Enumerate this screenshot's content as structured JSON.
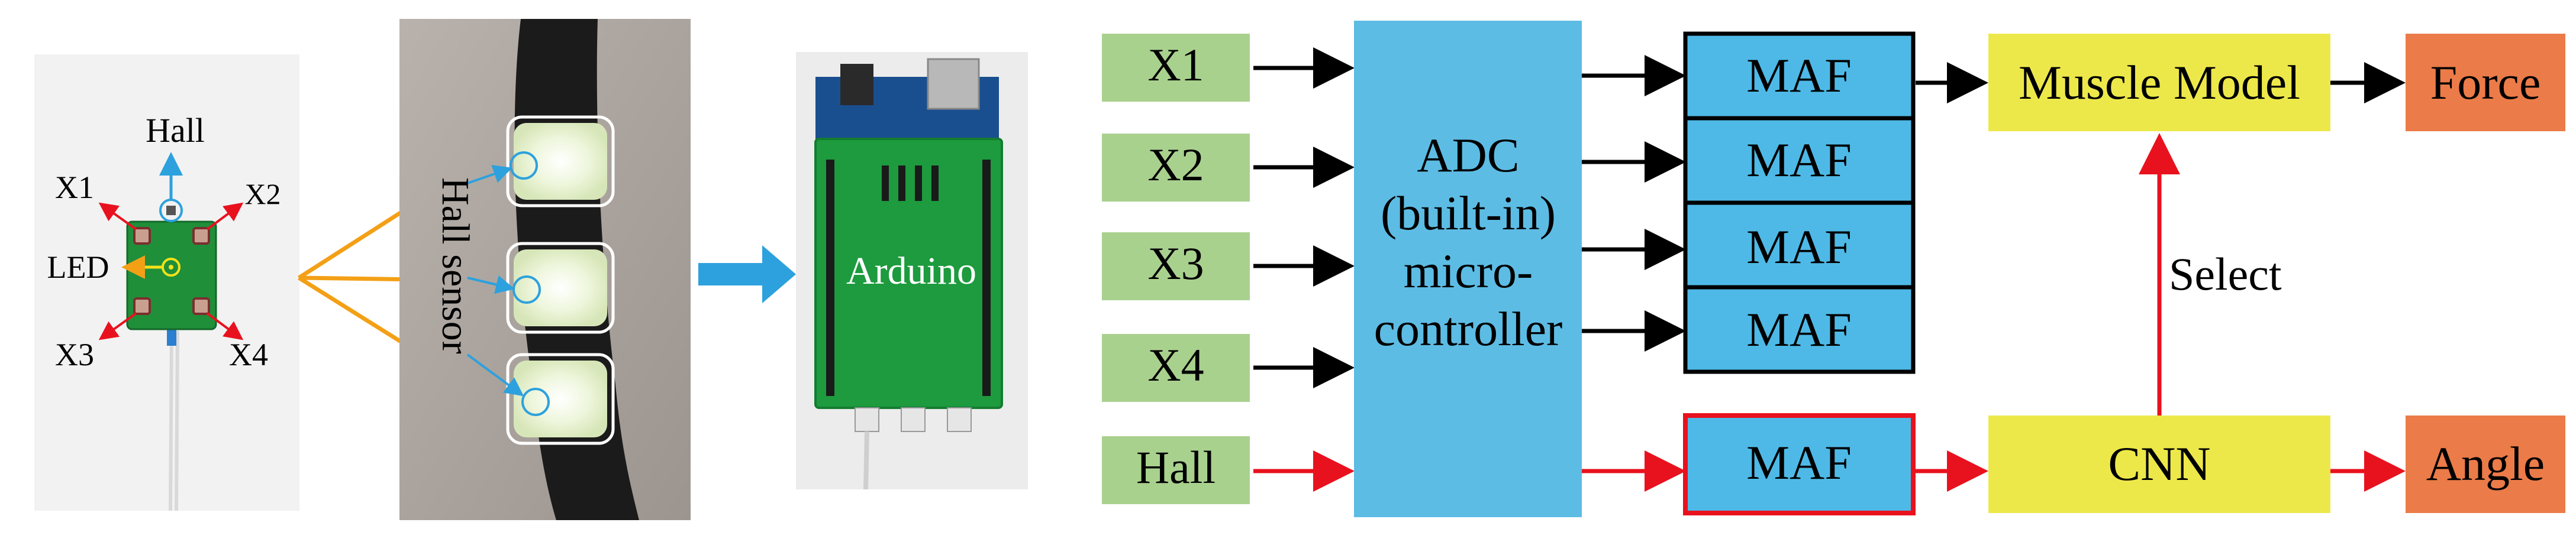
{
  "photos": {
    "sensor_board": {
      "hall": "Hall",
      "x1": "X1",
      "x2": "X2",
      "x3": "X3",
      "x4": "X4",
      "led": "LED"
    },
    "strap": {
      "caption": "Hall sensor"
    },
    "board": {
      "caption": "Arduino"
    }
  },
  "diagram": {
    "inputs": [
      "X1",
      "X2",
      "X3",
      "X4",
      "Hall"
    ],
    "adc": [
      "ADC",
      "(built-in)",
      "micro-",
      "controller"
    ],
    "maf": [
      "MAF",
      "MAF",
      "MAF",
      "MAF",
      "MAF"
    ],
    "muscle_model": "Muscle Model",
    "force": "Force",
    "cnn": "CNN",
    "angle": "Angle",
    "select": "Select"
  },
  "colors": {
    "input_green": "#A9D18E",
    "adc_blue": "#5DBCE4",
    "maf_blue": "#4EB9E6",
    "yellow": "#EDE84A",
    "orange": "#EB7B48",
    "red_arrow": "#E8121E",
    "accent_orange": "#F3A017",
    "accent_blue": "#2DA1DD"
  }
}
